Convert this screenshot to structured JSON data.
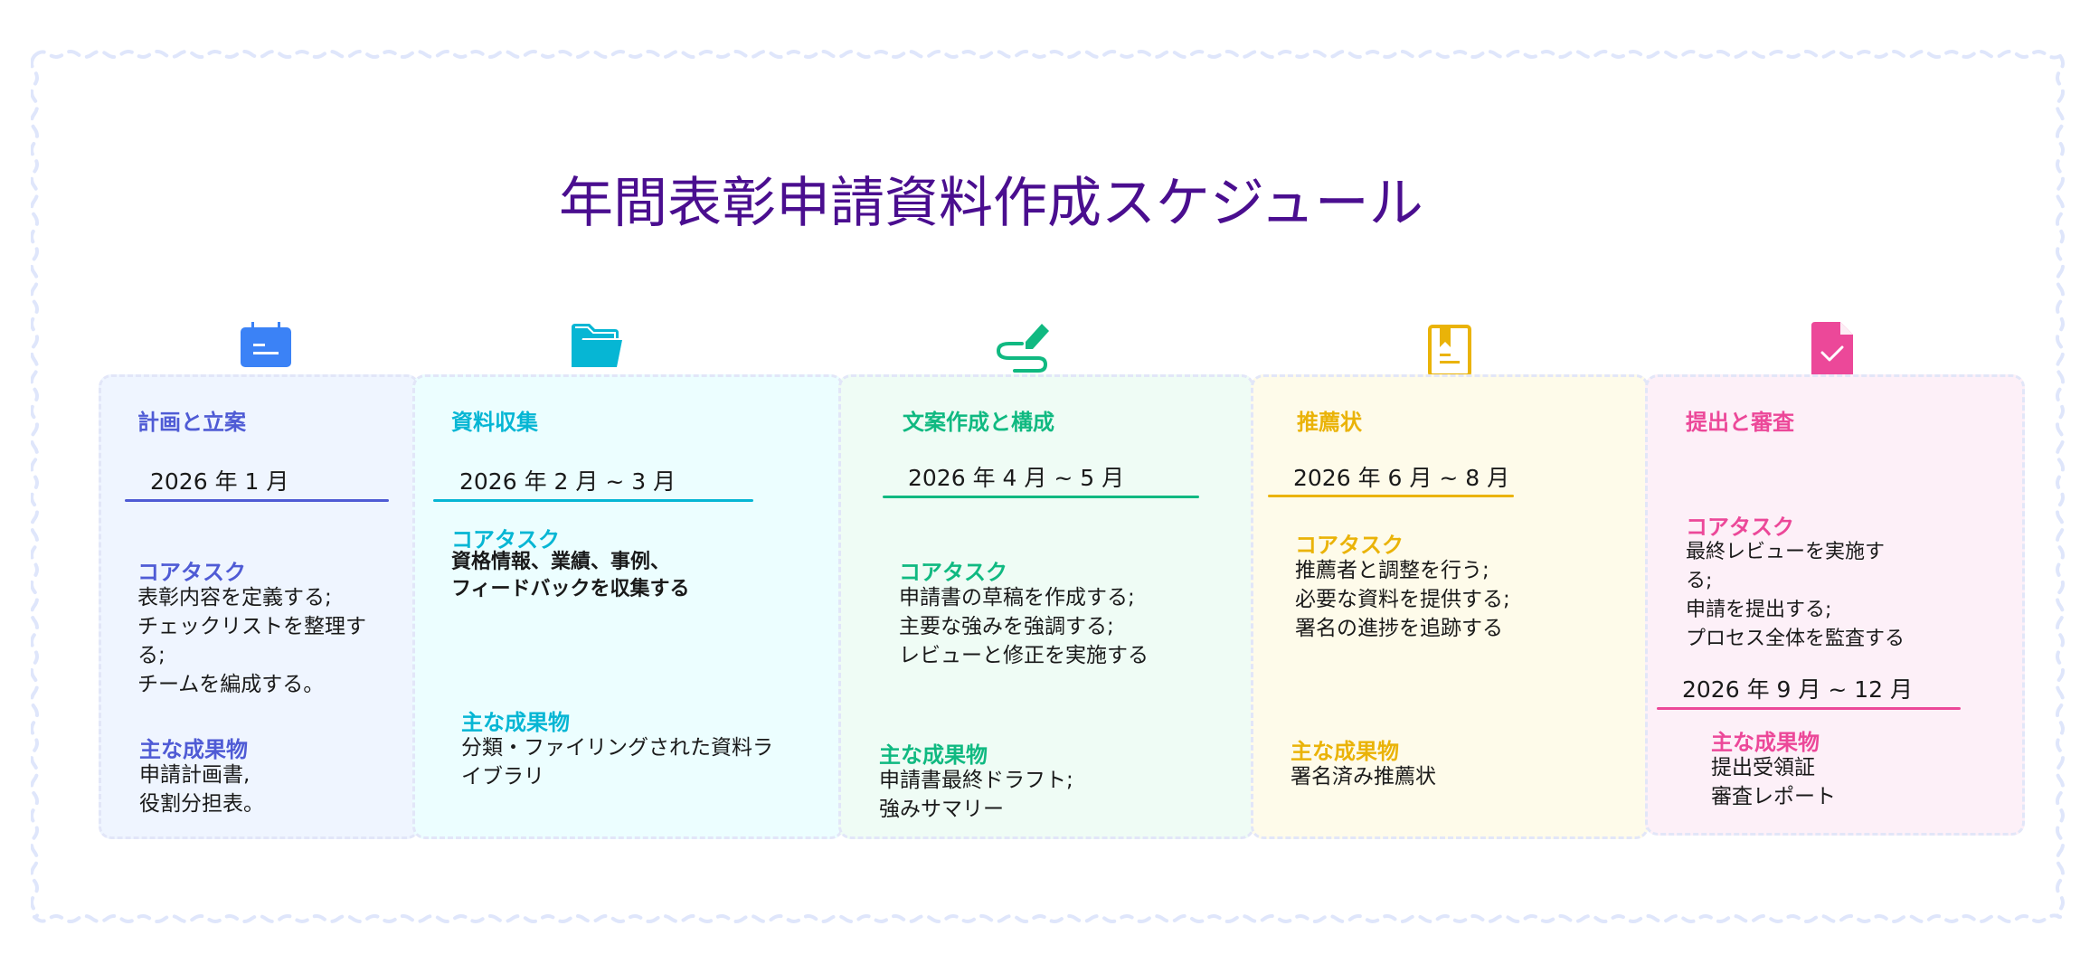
{
  "title": "年間表彰申請資料作成スケジュール",
  "colors": {
    "title": "#4a0e8f",
    "frame_border": "#dfe6fb",
    "card_border": "#e2e6f8"
  },
  "phases": [
    {
      "id": "planning",
      "icon": "calendar-icon",
      "heading": "計画と立案",
      "date": "2026 年 1 月",
      "tasks_label": "コアタスク",
      "tasks": "表彰内容を定義する;\nチェックリストを整理す\nる;\nチームを編成する。",
      "deliverables_label": "主な成果物",
      "deliverables": "申請計画書,\n役割分担表。",
      "accent": "#4f5bd5",
      "icon_color": "#3b82f6",
      "bg": "#eff5ff"
    },
    {
      "id": "collection",
      "icon": "folder-open-icon",
      "heading": "資料収集",
      "date": "2026 年 2 月 ~ 3 月",
      "tasks_label": "コアタスク",
      "tasks": "資格情報、業績、事例、\nフィードバックを収集する",
      "deliverables_label": "主な成果物",
      "deliverables": "分類・ファイリングされた資料ラ\nイブラリ",
      "accent": "#06b6d4",
      "icon_color": "#06b6d4",
      "bg": "#ecfeff"
    },
    {
      "id": "drafting",
      "icon": "pen-signature-icon",
      "heading": "文案作成と構成",
      "date": "2026 年 4 月 ~ 5 月",
      "tasks_label": "コアタスク",
      "tasks": "申請書の草稿を作成する;\n主要な強みを強調する;\nレビューと修正を実施する",
      "deliverables_label": "主な成果物",
      "deliverables": "申請書最終ドラフト;\n強みサマリー",
      "accent": "#10b981",
      "icon_color": "#10b981",
      "bg": "#effcf5"
    },
    {
      "id": "recommendation",
      "icon": "bookmark-document-icon",
      "heading": "推薦状",
      "date": "2026 年 6 月 ~ 8 月",
      "tasks_label": "コアタスク",
      "tasks": "推薦者と調整を行う;\n必要な資料を提供する;\n署名の進捗を追跡する",
      "deliverables_label": "主な成果物",
      "deliverables": "署名済み推薦状",
      "accent": "#eab308",
      "icon_color": "#eab308",
      "bg": "#fefbea"
    },
    {
      "id": "submission",
      "icon": "document-check-icon",
      "heading": "提出と審査",
      "date": "2026 年 9 月 ~ 12 月",
      "tasks_label": "コアタスク",
      "tasks": "最終レビューを実施す\nる;\n申請を提出する;\nプロセス全体を監査する",
      "deliverables_label": "主な成果物",
      "deliverables": "提出受領証\n審査レポート",
      "accent": "#ec4899",
      "icon_color": "#ec4899",
      "bg": "#fdf0f8"
    }
  ]
}
